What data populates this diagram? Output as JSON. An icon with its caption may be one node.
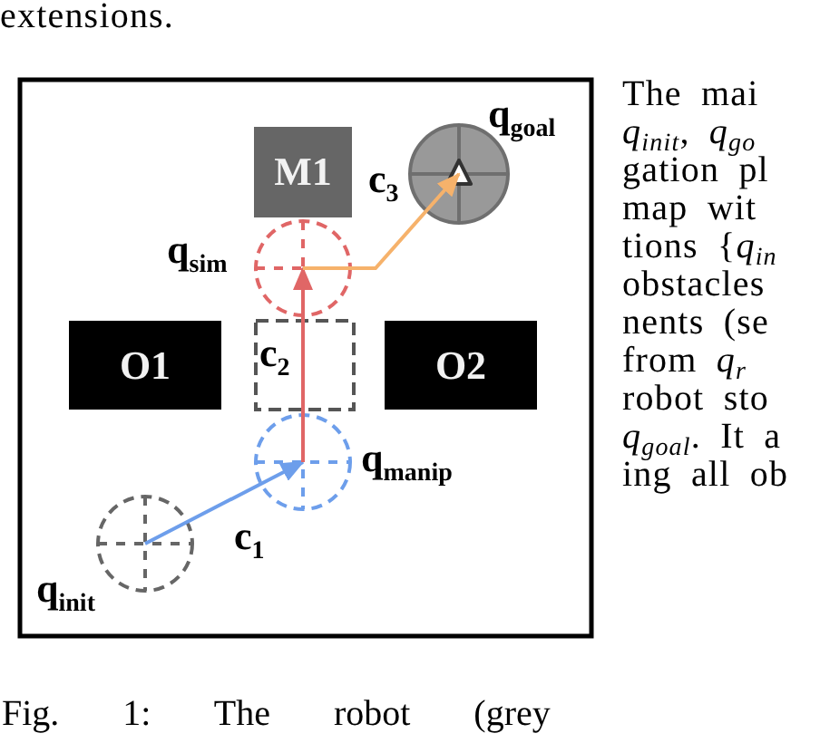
{
  "diagram": {
    "caption": "Fig. 1: The robot (grey",
    "nodes": [
      {
        "text": [
          "q$_{init}$"
        ]
      },
      {
        "text": [
          "q$_{manip}$"
        ]
      },
      {
        "text": [
          "q$_{sim}$"
        ]
      },
      {
        "text": [
          "q$_{goal}$"
        ]
      },
      {
        "text": [
          "M1"
        ]
      },
      {
        "text": [
          "O1"
        ]
      },
      {
        "text": [
          "O2"
        ]
      }
    ],
    "edges": [
      {
        "from": 0,
        "to": 1,
        "arrow": "to",
        "label": "c$_{1}$",
        "color": "#6d9eeb"
      },
      {
        "from": 1,
        "to": 2,
        "arrow": "to",
        "label": "c$_{2}$",
        "color": "#e06666"
      },
      {
        "from": 2,
        "to": 3,
        "arrow": "to",
        "label": "c$_{3}$",
        "color": "#f6b26b"
      }
    ],
    "labels": [
      "extensions.",
      "The mai",
      "*q$_{init}$*, *q$_{go}$*",
      "gation pl",
      "map wit",
      "tions {*q$_{in}$*",
      "obstacles",
      "nents (se",
      "from *q$_{r}$*",
      "robot sto",
      "*q$_{goal}$*. It a",
      "ing all ob"
    ]
  }
}
